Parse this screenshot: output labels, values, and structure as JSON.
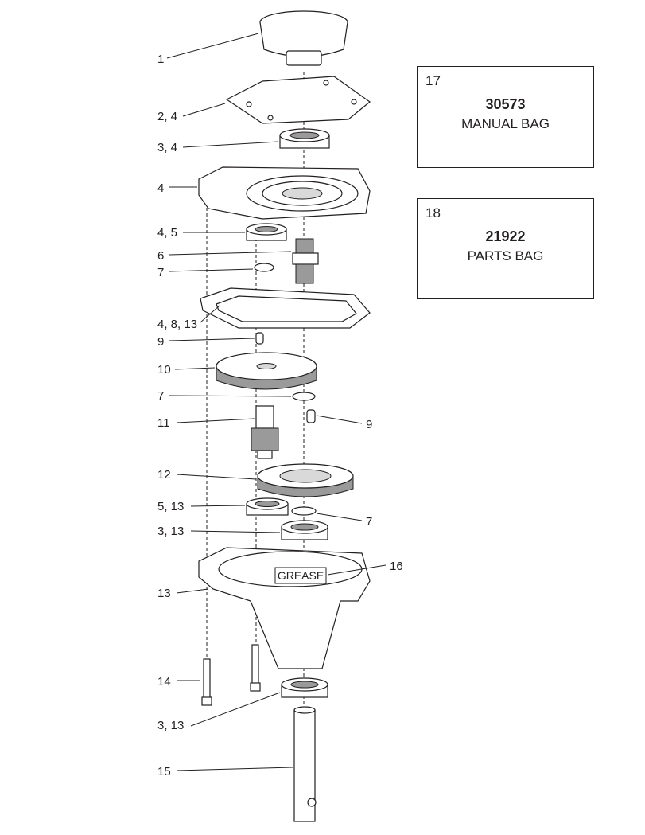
{
  "callouts": [
    {
      "id": "c1",
      "text": "1"
    },
    {
      "id": "c2",
      "text": "2, 4"
    },
    {
      "id": "c3",
      "text": "3, 4"
    },
    {
      "id": "c4",
      "text": "4"
    },
    {
      "id": "c5",
      "text": "4, 5"
    },
    {
      "id": "c6",
      "text": "6"
    },
    {
      "id": "c7",
      "text": "7"
    },
    {
      "id": "c8",
      "text": "4, 8, 13"
    },
    {
      "id": "c9",
      "text": "9"
    },
    {
      "id": "c10",
      "text": "10"
    },
    {
      "id": "c11",
      "text": "7"
    },
    {
      "id": "c12",
      "text": "11"
    },
    {
      "id": "c13",
      "text": "9"
    },
    {
      "id": "c14",
      "text": "12"
    },
    {
      "id": "c15",
      "text": "5, 13"
    },
    {
      "id": "c16",
      "text": "7"
    },
    {
      "id": "c17",
      "text": "3, 13"
    },
    {
      "id": "c18",
      "text": "16"
    },
    {
      "id": "c19",
      "text": "13"
    },
    {
      "id": "c20",
      "text": "14"
    },
    {
      "id": "c21",
      "text": "3, 13"
    },
    {
      "id": "c22",
      "text": "15"
    }
  ],
  "grease_label": "GREASE",
  "boxes": [
    {
      "number": "17",
      "code": "30573",
      "description": "MANUAL BAG"
    },
    {
      "number": "18",
      "code": "21922",
      "description": "PARTS BAG"
    }
  ]
}
